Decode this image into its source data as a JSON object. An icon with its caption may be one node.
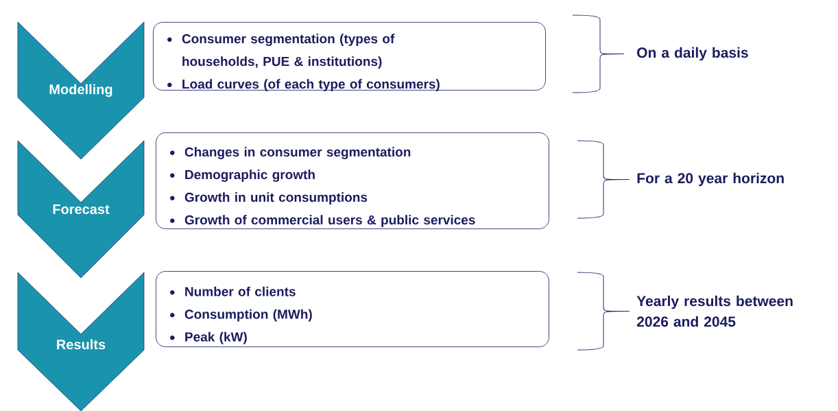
{
  "diagram": {
    "nodes": [
      {
        "text": [
          "Modelling"
        ]
      },
      {
        "text": [
          "Forecast"
        ]
      },
      {
        "text": [
          "Results"
        ]
      },
      {
        "text": [
          "Consumer segmentation (types of households, PUE & institutions)",
          "Load curves (of each type of consumers)"
        ]
      },
      {
        "text": [
          "Changes in consumer segmentation",
          "Demographic growth",
          "Growth in unit consumptions",
          "Growth of commercial users & public services"
        ]
      },
      {
        "text": [
          "Number of clients",
          "Consumption (MWh)",
          "Peak (kW)"
        ]
      }
    ],
    "labels": [
      "On a daily basis",
      "For a 20 year horizon",
      "Yearly results between 2026 and 2045"
    ]
  }
}
